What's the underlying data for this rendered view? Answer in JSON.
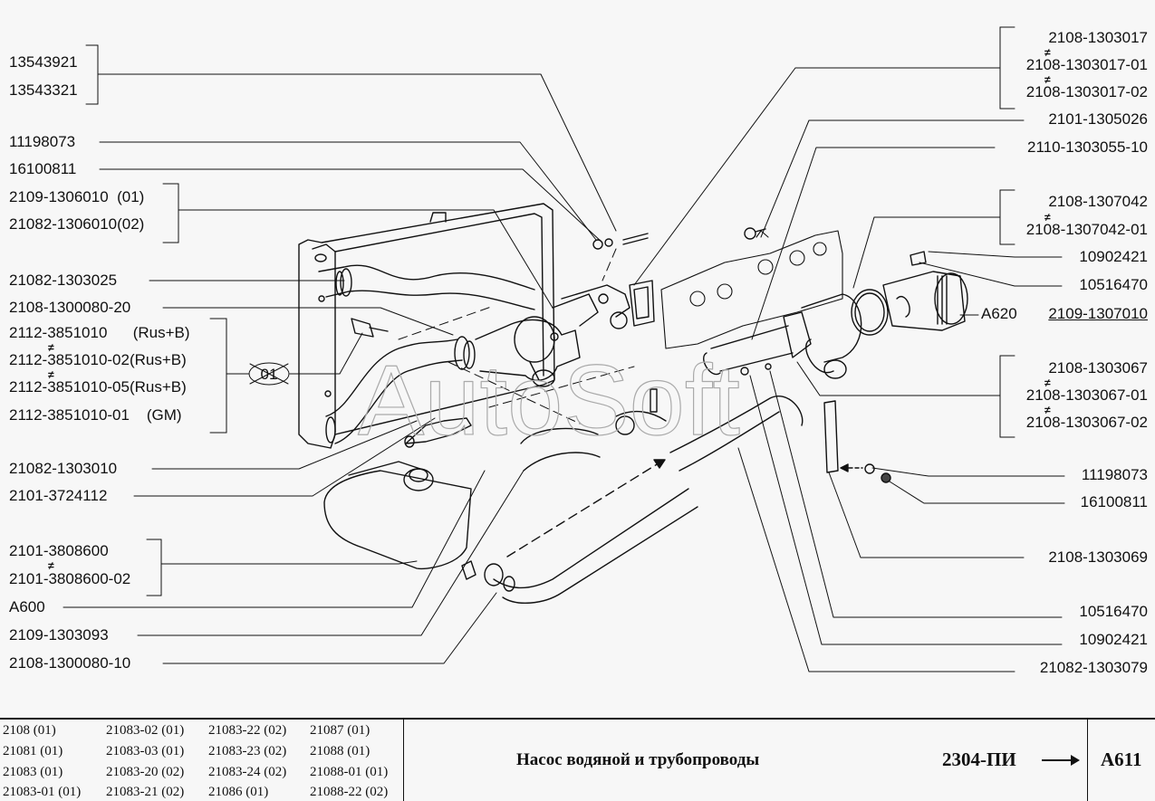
{
  "watermark": "AutoSoft",
  "left_labels": [
    {
      "id": "l1",
      "text": "13543921"
    },
    {
      "id": "l2",
      "text": "13543321"
    },
    {
      "id": "l3",
      "text": "11198073"
    },
    {
      "id": "l4",
      "text": "16100811"
    },
    {
      "id": "l5",
      "text": "2109-1306010  (01)"
    },
    {
      "id": "l6",
      "text": "21082-1306010(02)"
    },
    {
      "id": "l7",
      "text": "21082-1303025"
    },
    {
      "id": "l8",
      "text": "2108-1300080-20"
    },
    {
      "id": "l9",
      "text": "2112-3851010      (Rus+B)"
    },
    {
      "id": "l10",
      "text": "2112-3851010-02(Rus+B)"
    },
    {
      "id": "l11",
      "text": "2112-3851010-05(Rus+B)"
    },
    {
      "id": "l12",
      "text": "2112-3851010-01    (GM)"
    },
    {
      "id": "l13",
      "text": "21082-1303010"
    },
    {
      "id": "l14",
      "text": "2101-3724112"
    },
    {
      "id": "l15",
      "text": "2101-3808600"
    },
    {
      "id": "l16",
      "text": "2101-3808600-02"
    },
    {
      "id": "l17",
      "text": "A600"
    },
    {
      "id": "l18",
      "text": "2109-1303093"
    },
    {
      "id": "l19",
      "text": "2108-1300080-10"
    }
  ],
  "option_badge": "01",
  "right_labels": [
    {
      "id": "r1",
      "text": "2108-1303017"
    },
    {
      "id": "r2",
      "text": "2108-1303017-01"
    },
    {
      "id": "r3",
      "text": "2108-1303017-02"
    },
    {
      "id": "r4",
      "text": "2101-1305026"
    },
    {
      "id": "r5",
      "text": "2110-1303055-10"
    },
    {
      "id": "r6",
      "text": "2108-1307042"
    },
    {
      "id": "r7",
      "text": "2108-1307042-01"
    },
    {
      "id": "r8",
      "text": "10902421"
    },
    {
      "id": "r9",
      "text": "10516470"
    },
    {
      "id": "r10a",
      "text": "A620"
    },
    {
      "id": "r10b",
      "text": "2109-1307010"
    },
    {
      "id": "r11",
      "text": "2108-1303067"
    },
    {
      "id": "r12",
      "text": "2108-1303067-01"
    },
    {
      "id": "r13",
      "text": "2108-1303067-02"
    },
    {
      "id": "r14",
      "text": "11198073"
    },
    {
      "id": "r15",
      "text": "16100811"
    },
    {
      "id": "r16",
      "text": "2108-1303069"
    },
    {
      "id": "r17",
      "text": "10516470"
    },
    {
      "id": "r18",
      "text": "10902421"
    },
    {
      "id": "r19",
      "text": "21082-1303079"
    }
  ],
  "interchange_symbol": "≠",
  "footer": {
    "applicability": [
      [
        "2108 (01)",
        "21083-02 (01)",
        "21083-22 (02)",
        "21087 (01)"
      ],
      [
        "21081 (01)",
        "21083-03 (01)",
        "21083-23 (02)",
        "21088 (01)"
      ],
      [
        "21083 (01)",
        "21083-20 (02)",
        "21083-24 (02)",
        "21088-01 (01)"
      ],
      [
        "21083-01 (01)",
        "21083-21 (02)",
        "21086 (01)",
        "21088-22 (02)"
      ]
    ],
    "title": "Насос водяной и трубопроводы",
    "code": "2304-ПИ",
    "page_ref": "A611"
  }
}
